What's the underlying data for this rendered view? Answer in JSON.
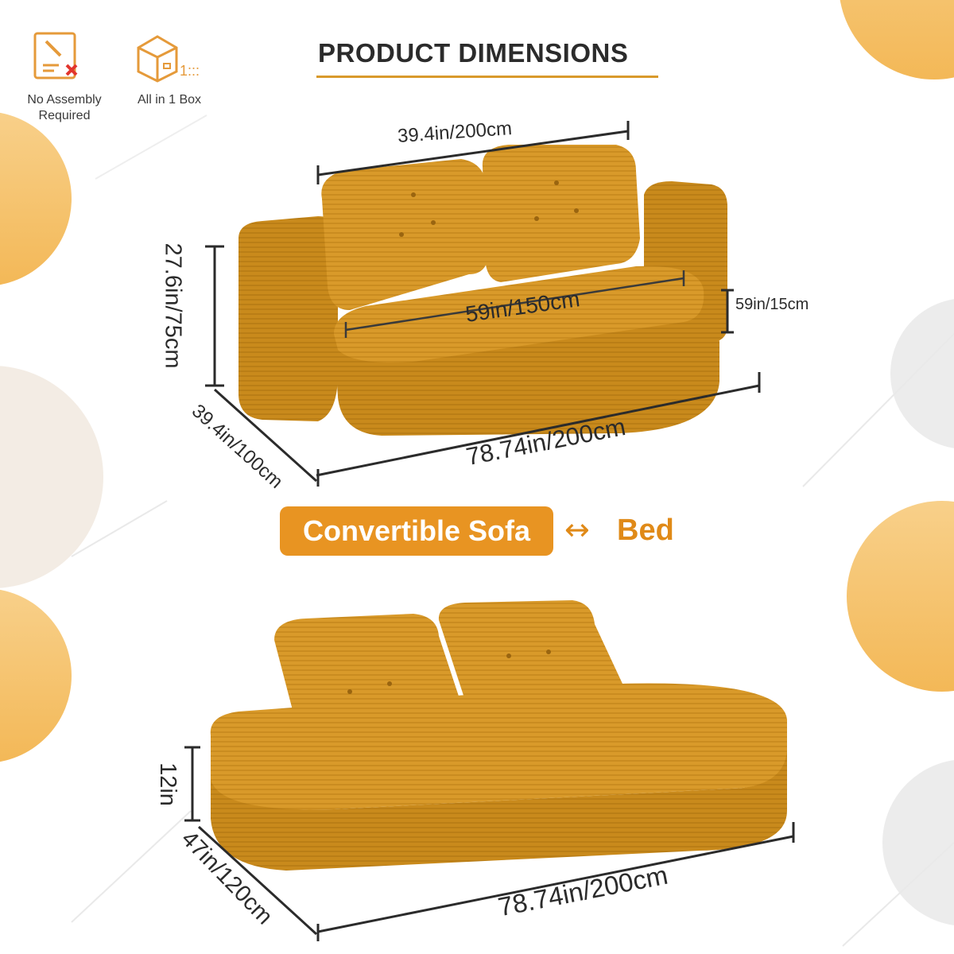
{
  "features": [
    {
      "icon": "no-assembly-icon",
      "line1": "No Assembly",
      "line2": "Required"
    },
    {
      "icon": "box-icon",
      "line1": "All in 1 Box",
      "line2": ""
    }
  ],
  "title": "PRODUCT DIMENSIONS",
  "sofa": {
    "back_width": "39.4in/200cm",
    "height": "27.6in/75cm",
    "seat_width": "59in/150cm",
    "cushion": "59in/15cm",
    "depth": "39.4in/100cm",
    "length": "78.74in/200cm"
  },
  "convert": {
    "sofa_label": "Convertible Sofa",
    "arrow": "↔",
    "bed_label": "Bed"
  },
  "bed": {
    "height": "12in",
    "depth": "47in/120cm",
    "length": "78.74in/200cm"
  },
  "colors": {
    "accent": "#e89422",
    "fabric": "#c98a1c",
    "decor_yellow": "#f6c572",
    "decor_gray": "#e6e6e6"
  }
}
